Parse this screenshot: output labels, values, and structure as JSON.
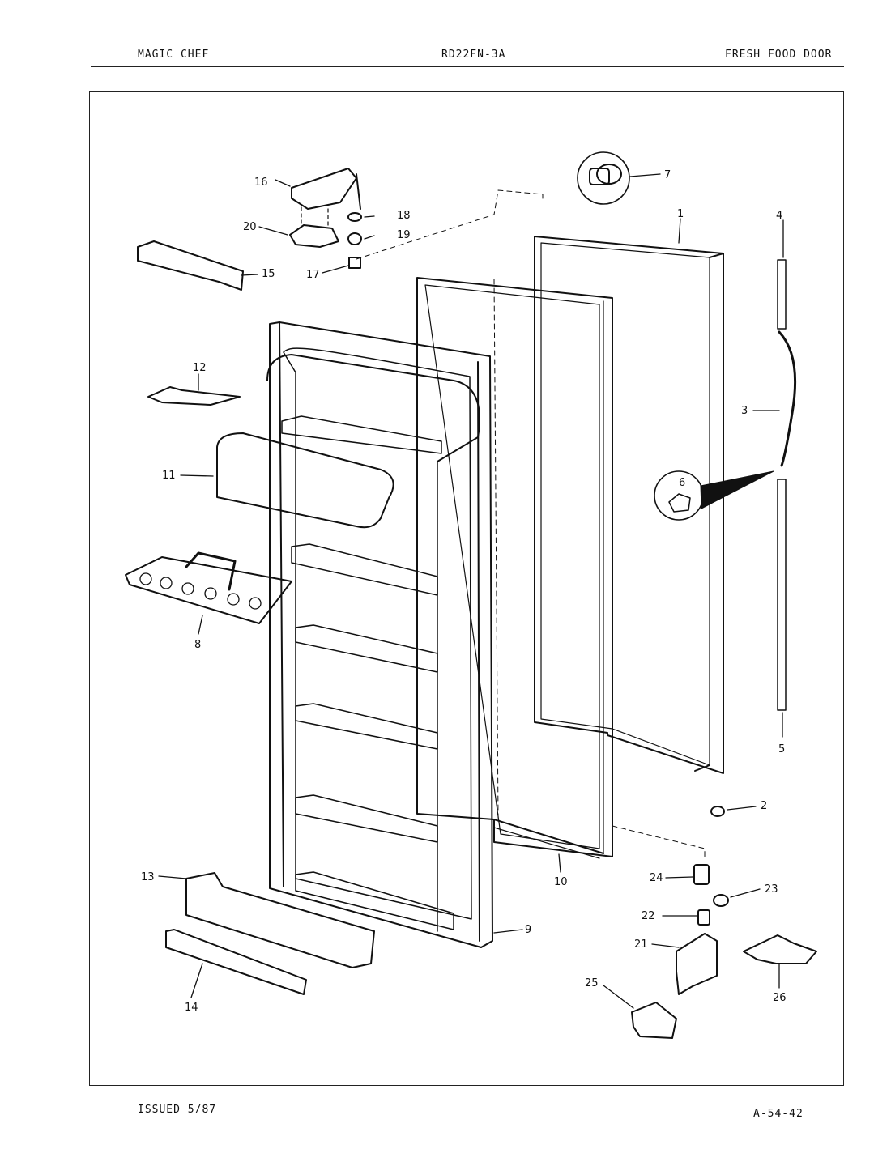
{
  "header": {
    "brand": "MAGIC CHEF",
    "model": "RD22FN-3A",
    "section": "FRESH FOOD DOOR"
  },
  "footer": {
    "issued": "ISSUED 5/87",
    "page_code": "A-54-42"
  },
  "parts": {
    "p1": "1",
    "p2": "2",
    "p3": "3",
    "p4": "4",
    "p5": "5",
    "p6": "6",
    "p7": "7",
    "p8": "8",
    "p9": "9",
    "p10": "10",
    "p11": "11",
    "p12": "12",
    "p13": "13",
    "p14": "14",
    "p15": "15",
    "p16": "16",
    "p17": "17",
    "p18": "18",
    "p19": "19",
    "p20": "20",
    "p21": "21",
    "p22": "22",
    "p23": "23",
    "p24": "24",
    "p25": "25",
    "p26": "26"
  }
}
